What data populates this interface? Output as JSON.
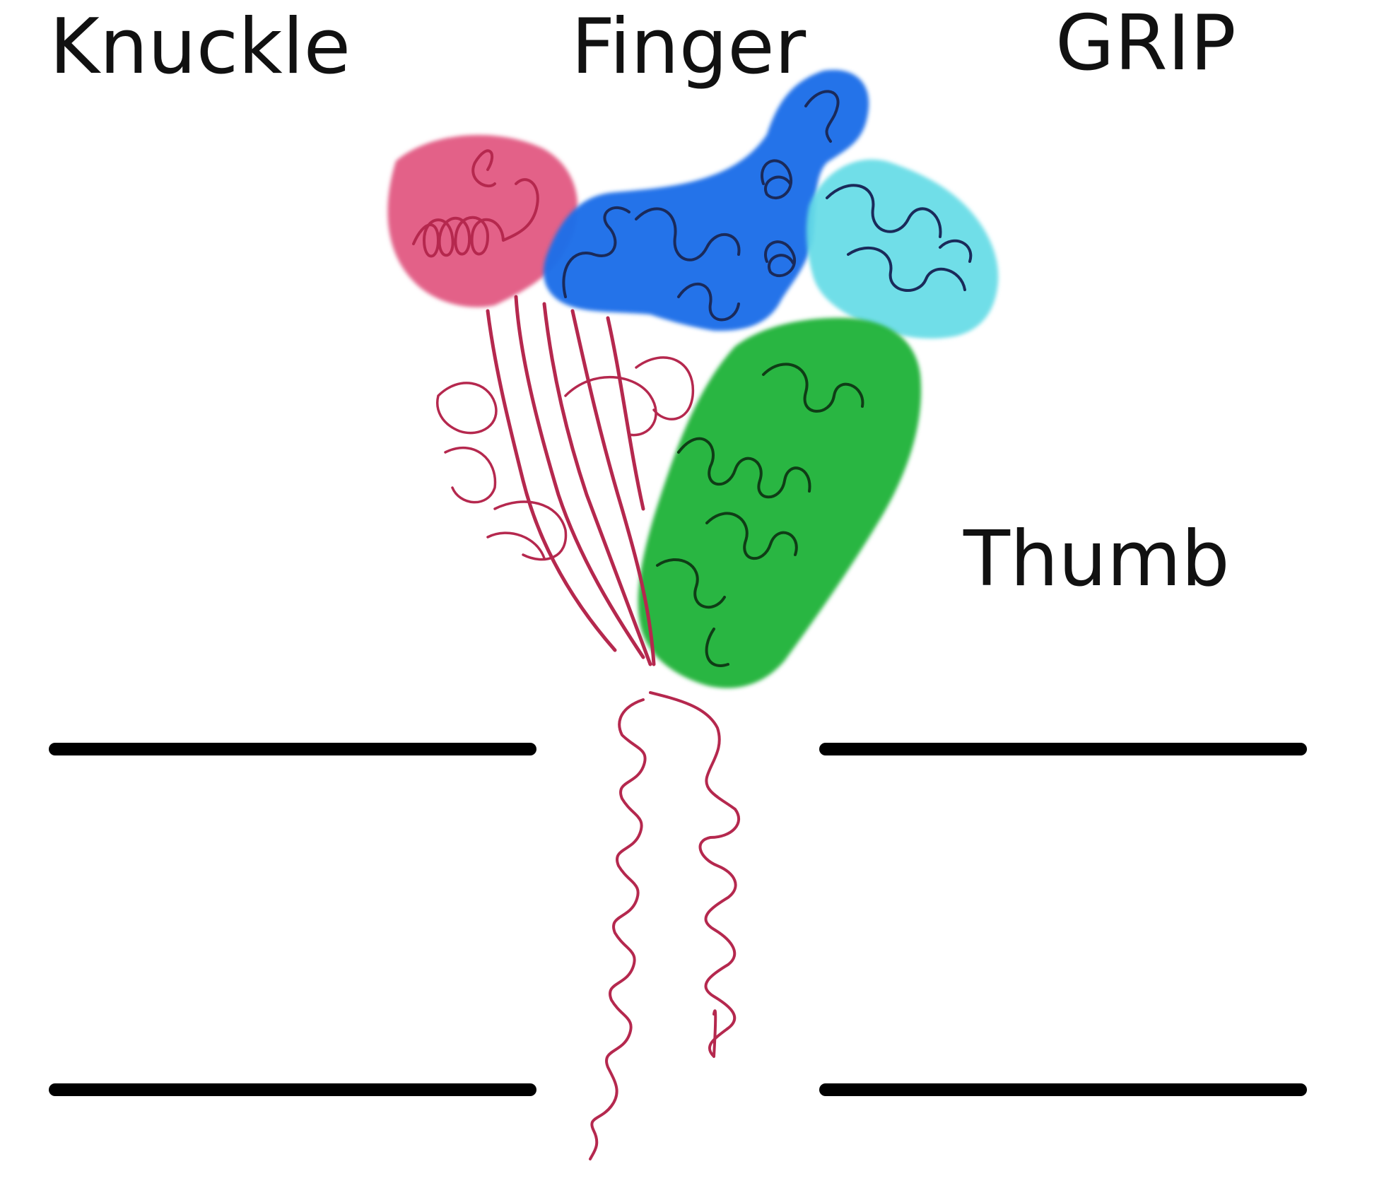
{
  "labels": {
    "knuckle": "Knuckle",
    "finger": "Finger",
    "grip": "GRIP",
    "thumb": "Thumb"
  },
  "colors": {
    "knuckle": "#e15a82",
    "finger": "#1f6ee8",
    "grip": "#64dbe6",
    "thumb": "#23b43c",
    "backbone": "#b5284e",
    "backbone_fill": "#f5c2d1",
    "membrane": "#000000"
  }
}
